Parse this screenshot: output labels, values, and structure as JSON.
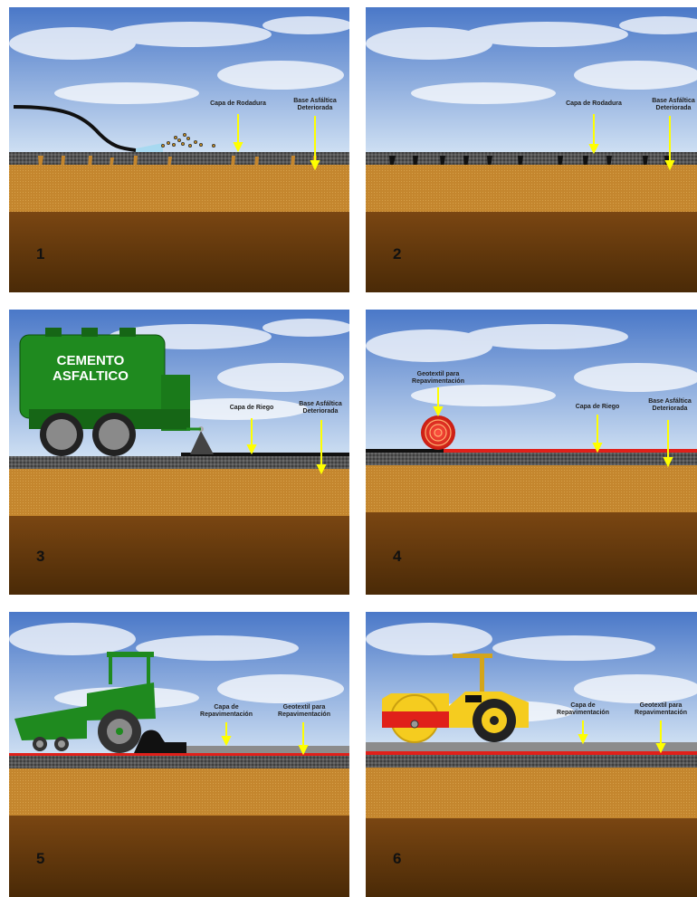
{
  "panels": [
    {
      "number": "1",
      "labels": {
        "a": "Capa de Rodadura",
        "b": "Base Asfáltica\nDeteriorada"
      }
    },
    {
      "number": "2",
      "labels": {
        "a": "Capa de Rodadura",
        "b": "Base Asfáltica\nDeteriorada"
      }
    },
    {
      "number": "3",
      "tank_text": "CEMENTO\nASFALTICO",
      "labels": {
        "a": "Capa de Riego",
        "b": "Base Asfáltica\nDeteriorada"
      }
    },
    {
      "number": "4",
      "labels": {
        "roll": "Geotextil para\nRepavimentación",
        "a": "Capa de Riego",
        "b": "Base Asfáltica\nDeteriorada"
      }
    },
    {
      "number": "5",
      "labels": {
        "a": "Capa de\nRepavimentación",
        "b": "Geotextil para\nRepavimentación"
      }
    },
    {
      "number": "6",
      "labels": {
        "a": "Capa de\nRepavimentación",
        "b": "Geotextil para\nRepavimentación"
      }
    }
  ],
  "colors": {
    "sky_top": "#4a78c8",
    "sky_bottom": "#cfe0f3",
    "pavement": "#4d4d4d",
    "base": "#c4862e",
    "subsoil": "#6e3f0e",
    "arrow": "#ffff00",
    "geotextile": "#e0201a",
    "machine_green": "#1f8a1f",
    "roller_yellow": "#f5cc1f"
  }
}
